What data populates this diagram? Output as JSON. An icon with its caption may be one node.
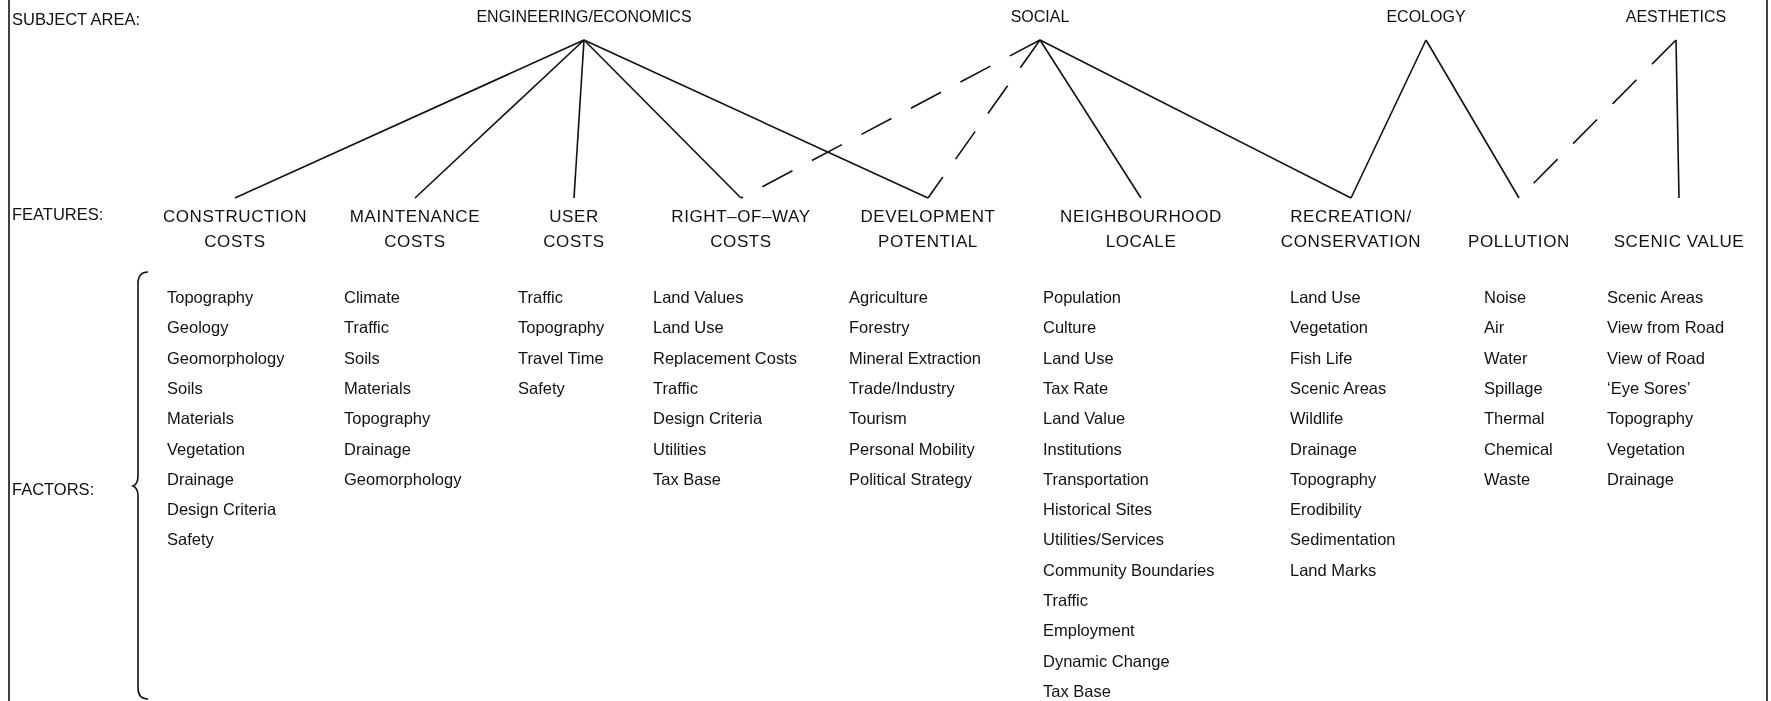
{
  "diagram": {
    "nodes": [
      {
        "text": [
          "ENGINEERING/ECONOMICS"
        ]
      },
      {
        "text": [
          "SOCIAL"
        ]
      },
      {
        "text": [
          "ECOLOGY"
        ]
      },
      {
        "text": [
          "AESTHETICS"
        ]
      },
      {
        "text": [
          "CONSTRUCTION COSTS"
        ],
        "beside": [
          "Topography",
          "Geology",
          "Geomorphology",
          "Soils",
          "Materials",
          "Vegetation",
          "Drainage",
          "Design Criteria",
          "Safety"
        ]
      },
      {
        "text": [
          "MAINTENANCE COSTS"
        ],
        "beside": [
          "Climate",
          "Traffic",
          "Soils",
          "Materials",
          "Topography",
          "Drainage",
          "Geomorphology"
        ]
      },
      {
        "text": [
          "USER COSTS"
        ],
        "beside": [
          "Traffic",
          "Topography",
          "Travel Time",
          "Safety"
        ]
      },
      {
        "text": [
          "RIGHT–OF–WAY COSTS"
        ],
        "beside": [
          "Land Values",
          "Land Use",
          "Replacement Costs",
          "Traffic",
          "Design Criteria",
          "Utilities",
          "Tax Base"
        ]
      },
      {
        "text": [
          "DEVELOPMENT POTENTIAL"
        ],
        "beside": [
          "Agriculture",
          "Forestry",
          "Mineral Extraction",
          "Trade/Industry",
          "Tourism",
          "Personal Mobility",
          "Political Strategy"
        ]
      },
      {
        "text": [
          "NEIGHBOURHOOD LOCALE"
        ],
        "beside": [
          "Population",
          "Culture",
          "Land Use",
          "Tax Rate",
          "Land Value",
          "Institutions",
          "Transportation",
          "Historical Sites",
          "Utilities/Services",
          "Community Boundaries",
          "Traffic",
          "Employment",
          "Dynamic Change",
          "Tax Base"
        ]
      },
      {
        "text": [
          "RECREATION/ CONSERVATION"
        ],
        "beside": [
          "Land Use",
          "Vegetation",
          "Fish Life",
          "Scenic Areas",
          "Wildlife",
          "Drainage",
          "Topography",
          "Erodibility",
          "Sedimentation",
          "Land Marks"
        ]
      },
      {
        "text": [
          "POLLUTION"
        ],
        "beside": [
          "Noise",
          "Air",
          "Water",
          "Spillage",
          "Thermal",
          "Chemical",
          "Waste"
        ]
      },
      {
        "text": [
          "SCENIC VALUE"
        ],
        "beside": [
          "Scenic Areas",
          "View from Road",
          "View of Road",
          "‘Eye Sores’",
          "Topography",
          "Vegetation",
          "Drainage"
        ]
      }
    ],
    "edges": [
      {
        "from": 0,
        "to": 4,
        "arrow": "none"
      },
      {
        "from": 0,
        "to": 5,
        "arrow": "none"
      },
      {
        "from": 0,
        "to": 6,
        "arrow": "none"
      },
      {
        "from": 0,
        "to": 7,
        "arrow": "none"
      },
      {
        "from": 0,
        "to": 8,
        "arrow": "none"
      },
      {
        "from": 1,
        "to": 7,
        "arrow": "none",
        "style": "dashed"
      },
      {
        "from": 1,
        "to": 8,
        "arrow": "none",
        "style": "dashed"
      },
      {
        "from": 1,
        "to": 9,
        "arrow": "none"
      },
      {
        "from": 1,
        "to": 10,
        "arrow": "none"
      },
      {
        "from": 2,
        "to": 10,
        "arrow": "none"
      },
      {
        "from": 2,
        "to": 11,
        "arrow": "none"
      },
      {
        "from": 3,
        "to": 11,
        "arrow": "none",
        "style": "dashed"
      },
      {
        "from": 3,
        "to": 12,
        "arrow": "none"
      }
    ],
    "labels": [
      "SUBJECT AREA:",
      "FEATURES:",
      "FACTORS:"
    ]
  }
}
